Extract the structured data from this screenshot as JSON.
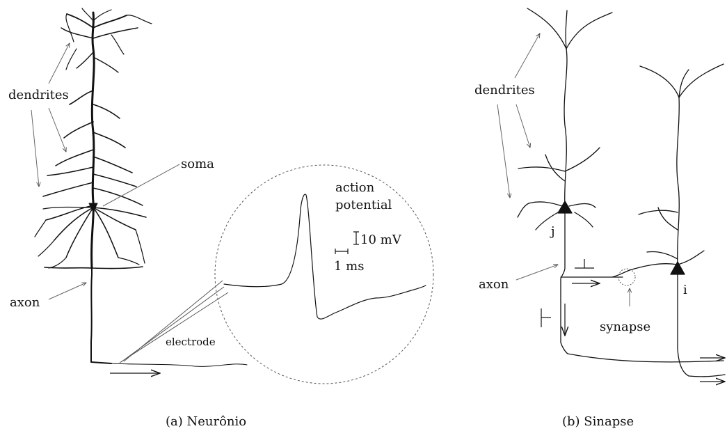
{
  "panel_a": {
    "caption": "(a) Neurônio",
    "labels": {
      "dendrites": "dendrites",
      "soma": "soma",
      "axon": "axon",
      "electrode": "electrode",
      "action_potential_line1": "action",
      "action_potential_line2": "potential",
      "voltage_scale": "10 mV",
      "time_scale": "1 ms"
    }
  },
  "panel_b": {
    "caption": "(b) Sinapse",
    "labels": {
      "dendrites": "dendrites",
      "axon": "axon",
      "synapse": "synapse",
      "neuron_j": "j",
      "neuron_i": "i"
    }
  }
}
